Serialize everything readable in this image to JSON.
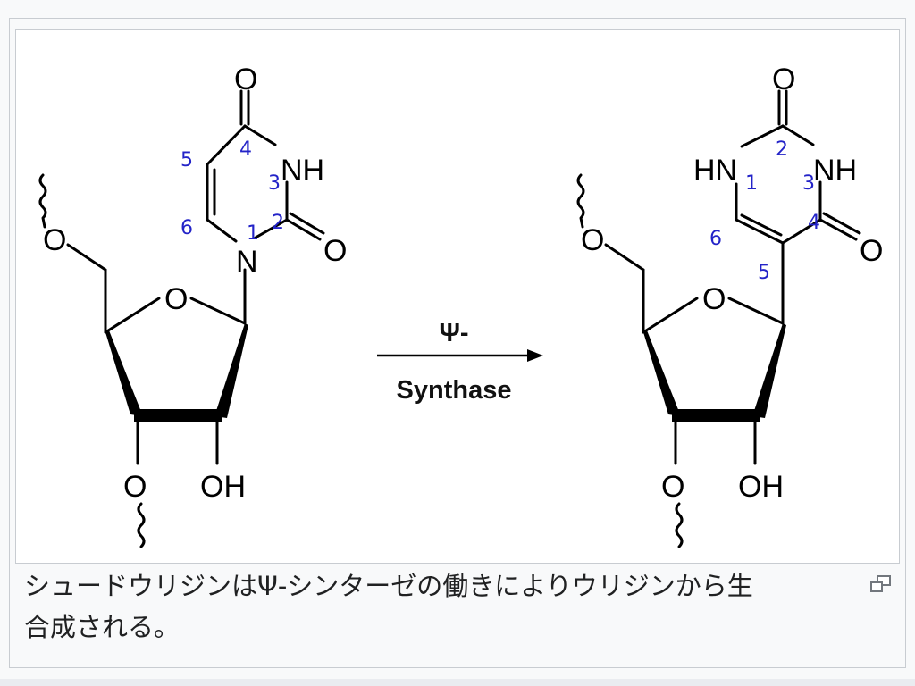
{
  "diagram": {
    "arrow_top_label": "Ψ-",
    "arrow_bottom_label": "Synthase",
    "left_molecule": {
      "atoms": {
        "o_carbonyl_top": "O",
        "nh": "NH",
        "n1": "N",
        "o_carbonyl_right": "O",
        "o_ring": "O",
        "o5": "O",
        "o3": "O",
        "oh": "OH"
      },
      "numbers": {
        "n4": "4",
        "n3": "3",
        "n2": "2",
        "n1": "1",
        "n5": "5",
        "n6": "6"
      }
    },
    "right_molecule": {
      "atoms": {
        "o_carbonyl_top": "O",
        "hn": "HN",
        "nh": "NH",
        "o_carbonyl_right": "O",
        "o_ring": "O",
        "o5": "O",
        "o3": "O",
        "oh": "OH"
      },
      "numbers": {
        "n1": "1",
        "n2": "2",
        "n3": "3",
        "n4": "4",
        "n5": "5",
        "n6": "6"
      }
    }
  },
  "caption": {
    "line1": "シュードウリジンはΨ-シンターゼの働きによりウリジンから生",
    "line2": "合成される。"
  },
  "magnify_icon": "magnify-clip-icon"
}
